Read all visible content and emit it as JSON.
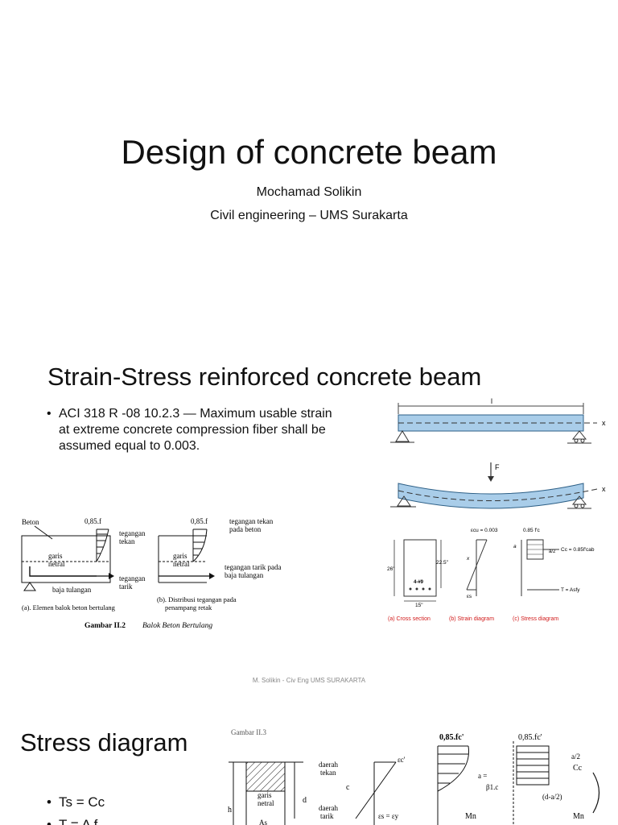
{
  "slide1": {
    "title": "Design of concrete beam",
    "author": "Mochamad Solikin",
    "affiliation": "Civil engineering – UMS Surakarta"
  },
  "slide2": {
    "title": "Strain-Stress reinforced concrete beam",
    "bullet_l1": "ACI 318 R -08 10.2.3 — Maximum usable strain",
    "bullet_l2": "at extreme concrete compression fiber shall be",
    "bullet_l3": "assumed equal to 0.003.",
    "beam_span_label": "l",
    "axis_x_label": "x",
    "load_label": "F",
    "fig_a_beton": "Beton",
    "fig_a_fc": "0,85.f",
    "fig_a_tekan1": "tegangan",
    "fig_a_tekan2": "tekan",
    "fig_a_garis": "garis",
    "fig_a_netral": "netral",
    "fig_a_tarik1": "tegangan",
    "fig_a_tarik2": "tarik",
    "fig_a_baja": "baja tulangan",
    "fig_a_caption": "(a). Elemen balok beton bertulang",
    "fig_b_fc": "0,85.f",
    "fig_b_tekan1": "tegangan tekan",
    "fig_b_tekan2": "pada beton",
    "fig_b_garis": "garis",
    "fig_b_netral": "netral",
    "fig_b_tarik1": "tegangan tarik pada",
    "fig_b_tarik2": "baja tulangan",
    "fig_b_caption1": "(b). Distribusi tegangan pada",
    "fig_b_caption2": "penampang retak",
    "gambar_bold": "Gambar II.2",
    "gambar_italic": "Balok Beton Bertulang",
    "cs_ecu": "εcu = 0.003",
    "cs_fc": "0.85 f'c",
    "cs_26": "26\"",
    "cs_225": "22.5\"",
    "cs_489": "4-#9",
    "cs_15": "15\"",
    "cs_x": "x",
    "cs_es": "εs",
    "cs_a": "a",
    "cs_a2": "a/2",
    "cs_cc": "Cc = 0.85f'cab",
    "cs_t": "T = Asfy",
    "cap_a": "(a) Cross section",
    "cap_b": "(b) Strain diagram",
    "cap_c": "(c) Stress diagram",
    "footer": "M. Solikin - Civ Eng UMS SURAKARTA"
  },
  "slide3": {
    "title": "Stress diagram",
    "bullet1": "Ts = Cc",
    "bullet2": "T = A f",
    "d_top": "Gambar II.3",
    "d_daerah1": "daerah",
    "d_tekan": "tekan",
    "d_c": "c",
    "d_d": "d",
    "d_h": "h",
    "d_garis": "garis",
    "d_netral": "netral",
    "d_daerah2": "daerah",
    "d_tarik": "tarik",
    "d_ec": "εc'",
    "d_es": "εs = εy",
    "d_fc1": "0,85.fc'",
    "d_a": "a =",
    "d_b1c": "β1.c",
    "d_mn1": "Mn",
    "d_fc2": "0,85.fc'",
    "d_a2": "a/2",
    "d_cc": "Cc",
    "d_da2": "(d-a/2)",
    "d_mn2": "Mn",
    "d_As": "As"
  }
}
